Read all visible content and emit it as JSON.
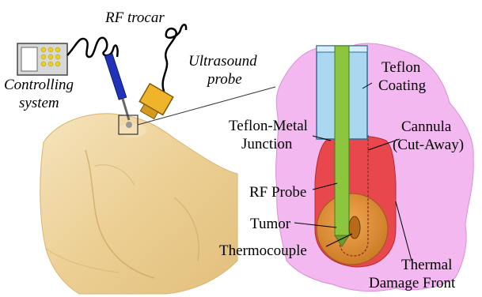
{
  "labels": {
    "rf_trocar": "RF trocar",
    "controlling": "Controlling",
    "system": "system",
    "ultrasound": "Ultrasound",
    "probe": "probe",
    "teflon": "Teflon",
    "coating": "Coating",
    "teflon_metal": "Teflon-Metal",
    "junction": "Junction",
    "cannula": "Cannula",
    "cut_away": "(Cut-Away)",
    "rf_probe": "RF Probe",
    "tumor": "Tumor",
    "thermocouple": "Thermocouple",
    "thermal": "Thermal",
    "damage_front": "Damage Front"
  },
  "colors": {
    "tissue": "#f3b8f0",
    "body": "#f0d9a6",
    "teflon_coating": "#a9d8f0",
    "probe_green": "#8cc63f",
    "cannula_red": "#e8474d",
    "tumor_orange": "#d98a2a",
    "trocar_blue": "#2233bb",
    "ultrasound_yellow": "#f0b42a",
    "controller_dots": "#e8d21c"
  }
}
